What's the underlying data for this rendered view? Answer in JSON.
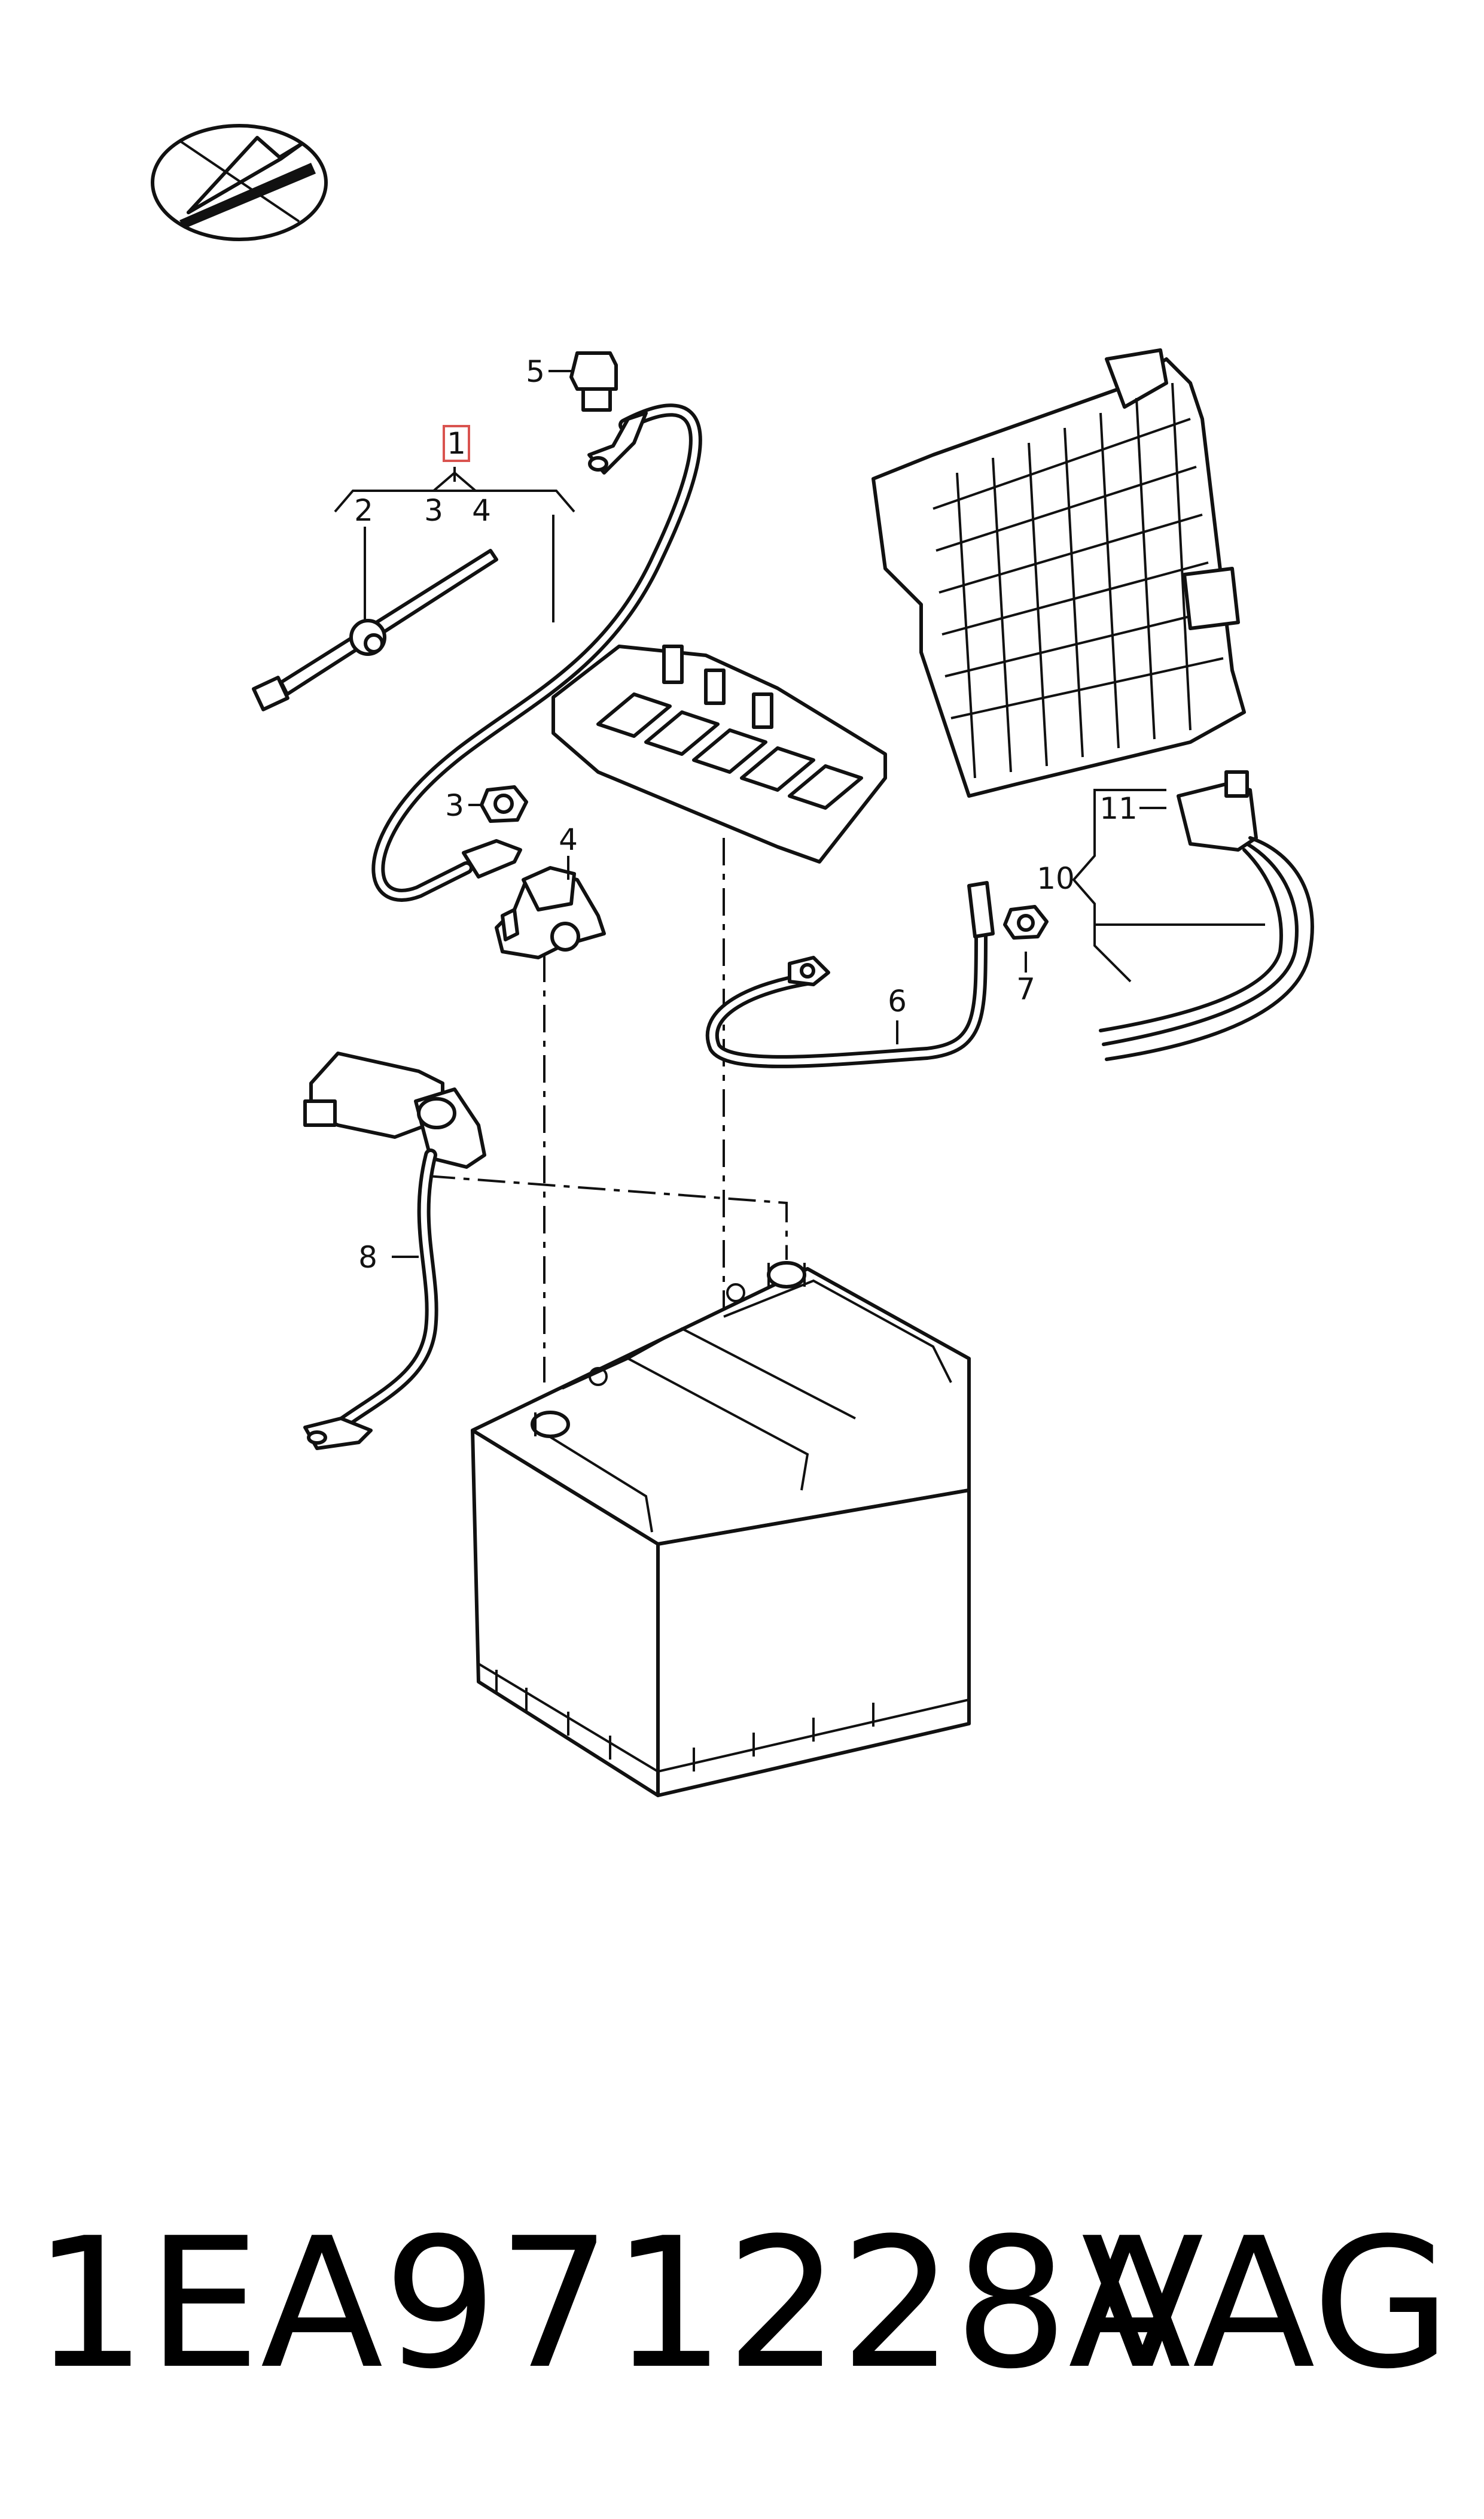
{
  "callouts": {
    "c1": "1",
    "c2": "2",
    "c3a": "3",
    "c4a": "4",
    "c3b": "3",
    "c4b": "4",
    "c5": "5",
    "c6": "6",
    "c7": "7",
    "c8": "8",
    "c10": "10",
    "c11": "11"
  },
  "footer": {
    "part_number": "1EA971228A",
    "brand": "VAG"
  },
  "colors": {
    "highlight": "#d9534f",
    "line": "#111111"
  }
}
